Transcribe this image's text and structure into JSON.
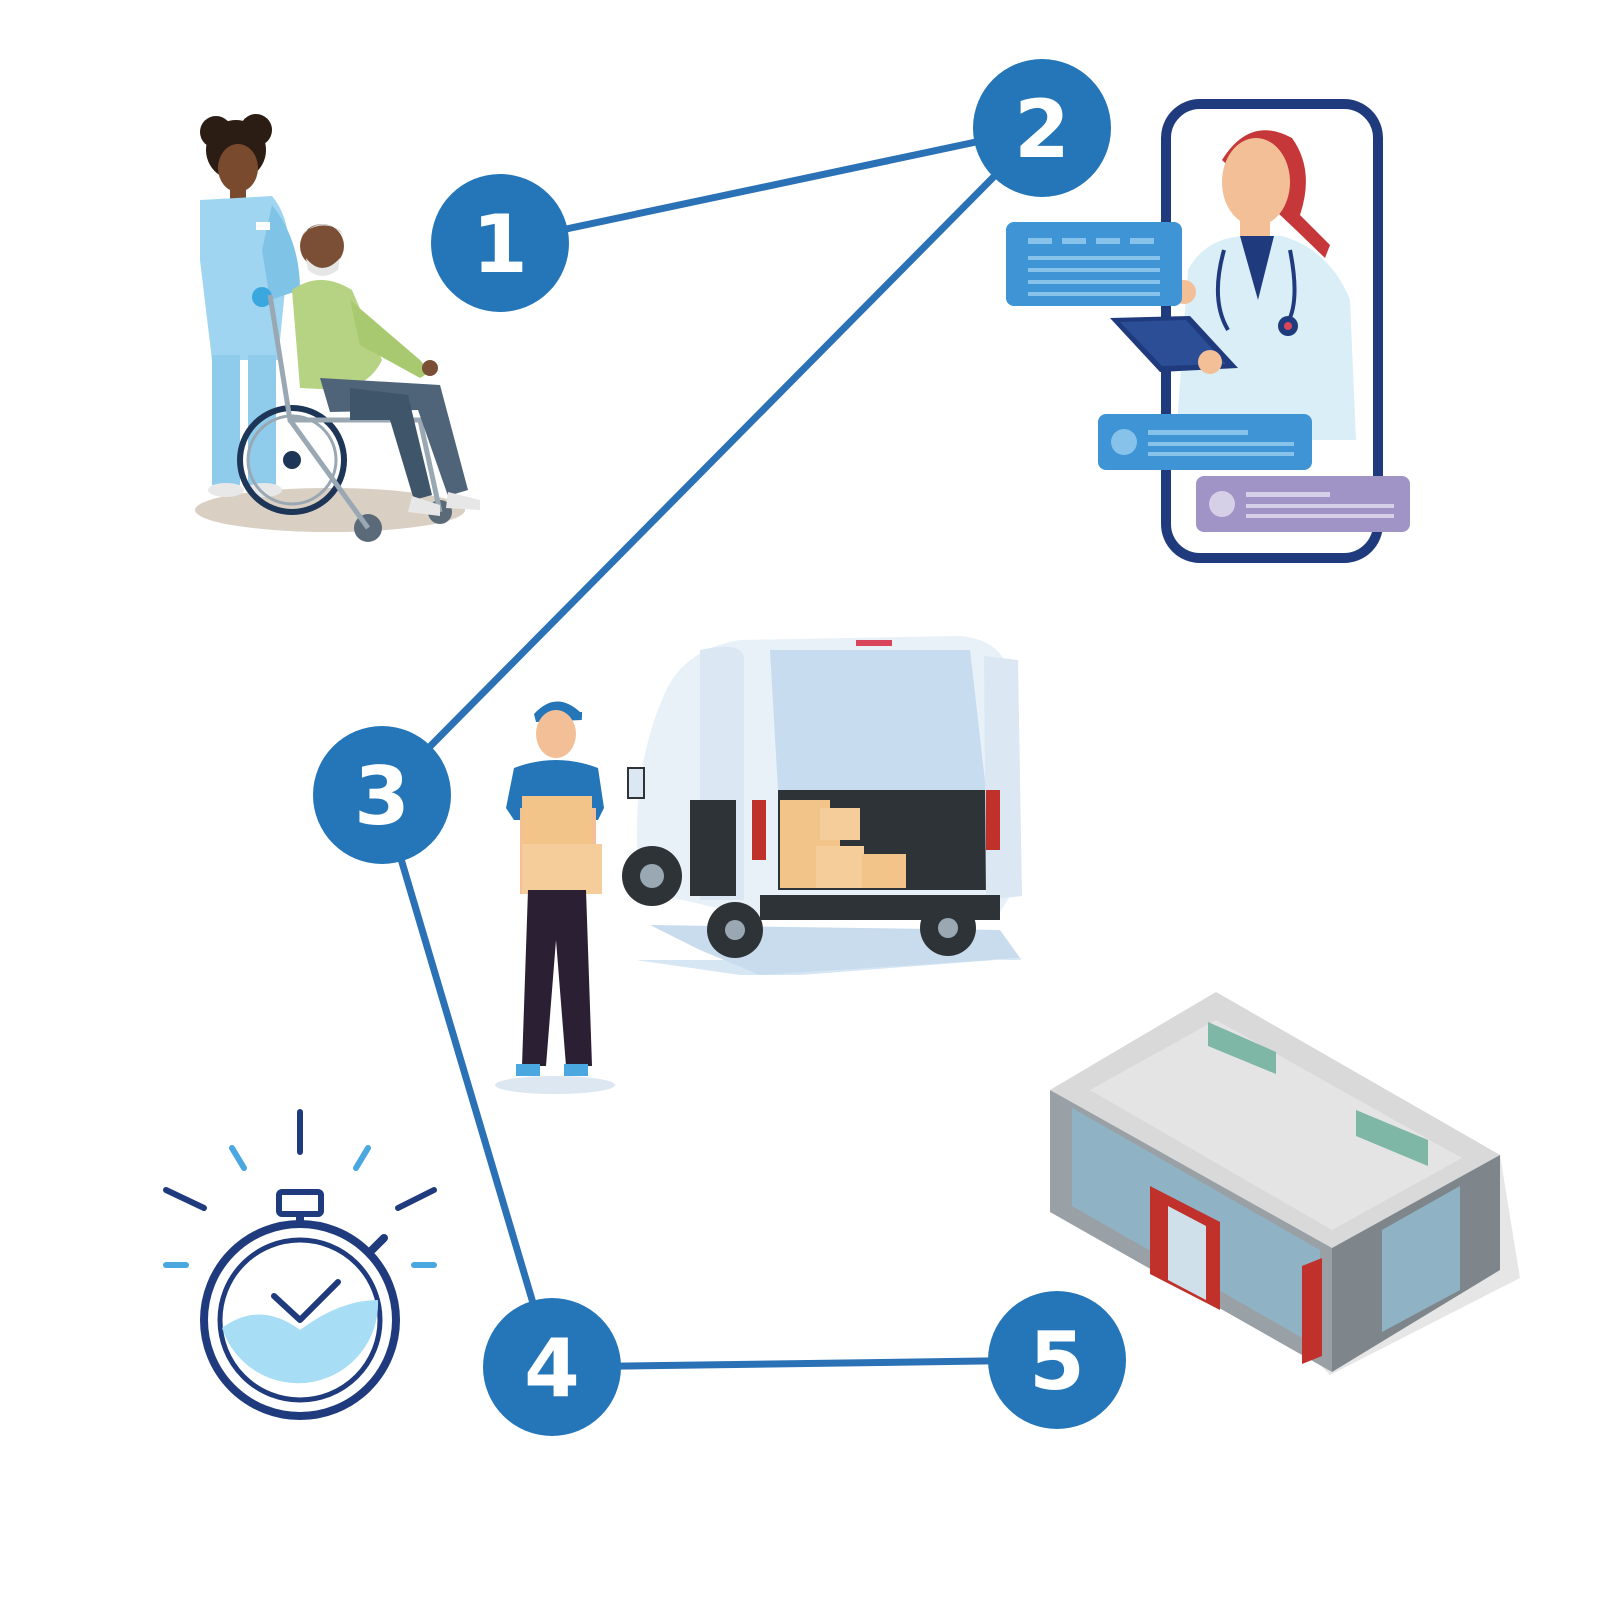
{
  "steps": [
    {
      "number": "1",
      "illustration": "caregiver-wheelchair-illustration"
    },
    {
      "number": "2",
      "illustration": "telehealth-phone-illustration"
    },
    {
      "number": "3",
      "illustration": "delivery-van-illustration"
    },
    {
      "number": "4",
      "illustration": "stopwatch-illustration"
    },
    {
      "number": "5",
      "illustration": "pharmacy-building-illustration"
    }
  ],
  "colors": {
    "step_circle": "#2476b8",
    "connector": "#2a72b5",
    "navy": "#1f3b7d",
    "light_blue": "#4aa7e0",
    "sky": "#a7ddf5",
    "purple": "#a093c6",
    "building_red": "#c0312b",
    "box": "#f2c48a"
  }
}
